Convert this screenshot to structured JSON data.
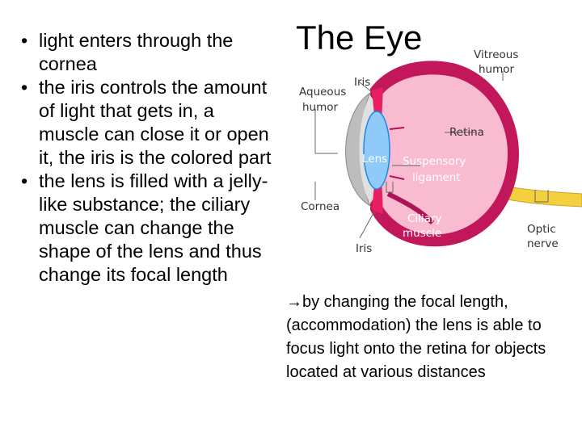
{
  "title": "The Eye",
  "bullets": [
    "light enters through the cornea",
    "the iris controls the amount of light that gets in, a muscle can close it or open it, the iris is the colored part",
    "the lens is filled with a jelly-like substance; the ciliary muscle can change the shape of the lens and thus change its focal length"
  ],
  "caption": {
    "arrow": "→",
    "text": "by changing the focal length,  (accommodation) the lens is able to focus light onto the retina for objects located at various  distances"
  },
  "diagram_labels": {
    "vitreous_line1": "Vitreous",
    "vitreous_line2": "humor",
    "iris_top": "Iris",
    "aqueous_line1": "Aqueous",
    "aqueous_line2": "humor",
    "retina": "Retina",
    "lens": "Lens",
    "suspensory_line1": "Suspensory",
    "suspensory_line2": "ligament",
    "cornea": "Cornea",
    "ciliary_line1": "Ciliary",
    "ciliary_line2": "muscle",
    "optic_line1": "Optic",
    "optic_line2": "nerve",
    "iris_bottom": "Iris"
  },
  "colors": {
    "sclera_outer": "#c2185b",
    "sclera_inner": "#f8bbd0",
    "iris": "#e91e63",
    "lens": "#90caf9",
    "cornea": "#bdbdbd",
    "optic_nerve": "#f4d03f"
  }
}
